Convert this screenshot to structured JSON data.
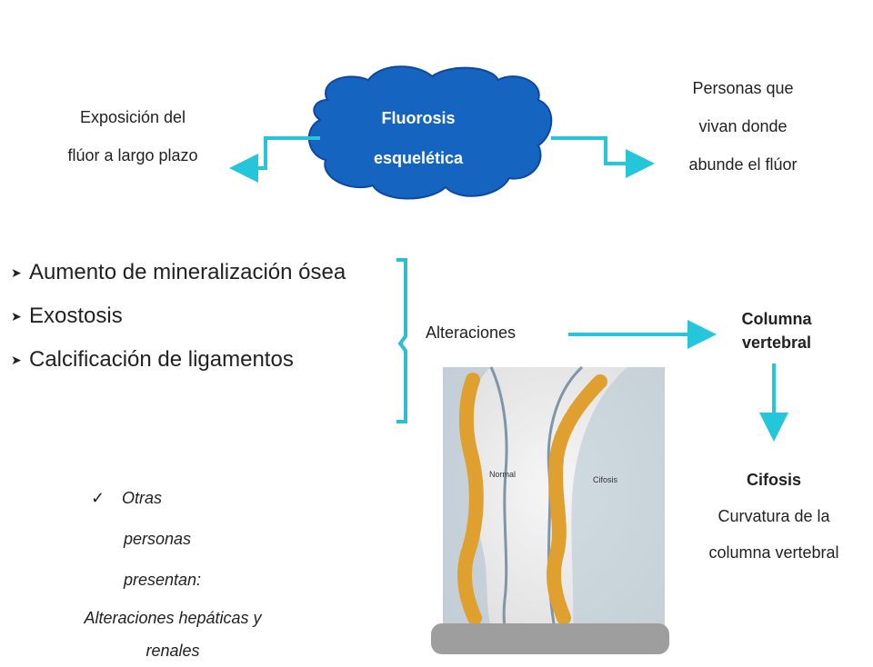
{
  "cloud": {
    "line1": "Fluorosis",
    "line2": "esquelética",
    "color": "#1565c0"
  },
  "left_note": {
    "line1": "Exposición del",
    "line2": "flúor a largo plazo"
  },
  "right_note": {
    "line1": "Personas que",
    "line2": "vivan donde",
    "line3": "abunde el flúor"
  },
  "symptoms": [
    {
      "icon": "arrowhead-bullet-icon",
      "label": "Aumento de mineralización ósea"
    },
    {
      "icon": "arrowhead-bullet-icon",
      "label": "Exostosis"
    },
    {
      "icon": "arrowhead-bullet-icon",
      "label": "Calcificación de ligamentos"
    }
  ],
  "alteraciones": {
    "label": "Alteraciones"
  },
  "columna": {
    "line1": "Columna",
    "line2": "vertebral"
  },
  "cifosis": {
    "title": "Cifosis",
    "line1": "Curvatura de la",
    "line2": "columna vertebral"
  },
  "figure": {
    "normal_label": "Normal",
    "cifosis_label": "Cifosis"
  },
  "others": {
    "icon": "checkmark-icon",
    "line1": "Otras",
    "line2": "personas",
    "line3": "presentan:",
    "line4": "Alteraciones hepáticas y",
    "line5": "renales"
  },
  "colors": {
    "arrow": "#26c6da",
    "brace": "#2bbfd2",
    "text": "#222222"
  }
}
